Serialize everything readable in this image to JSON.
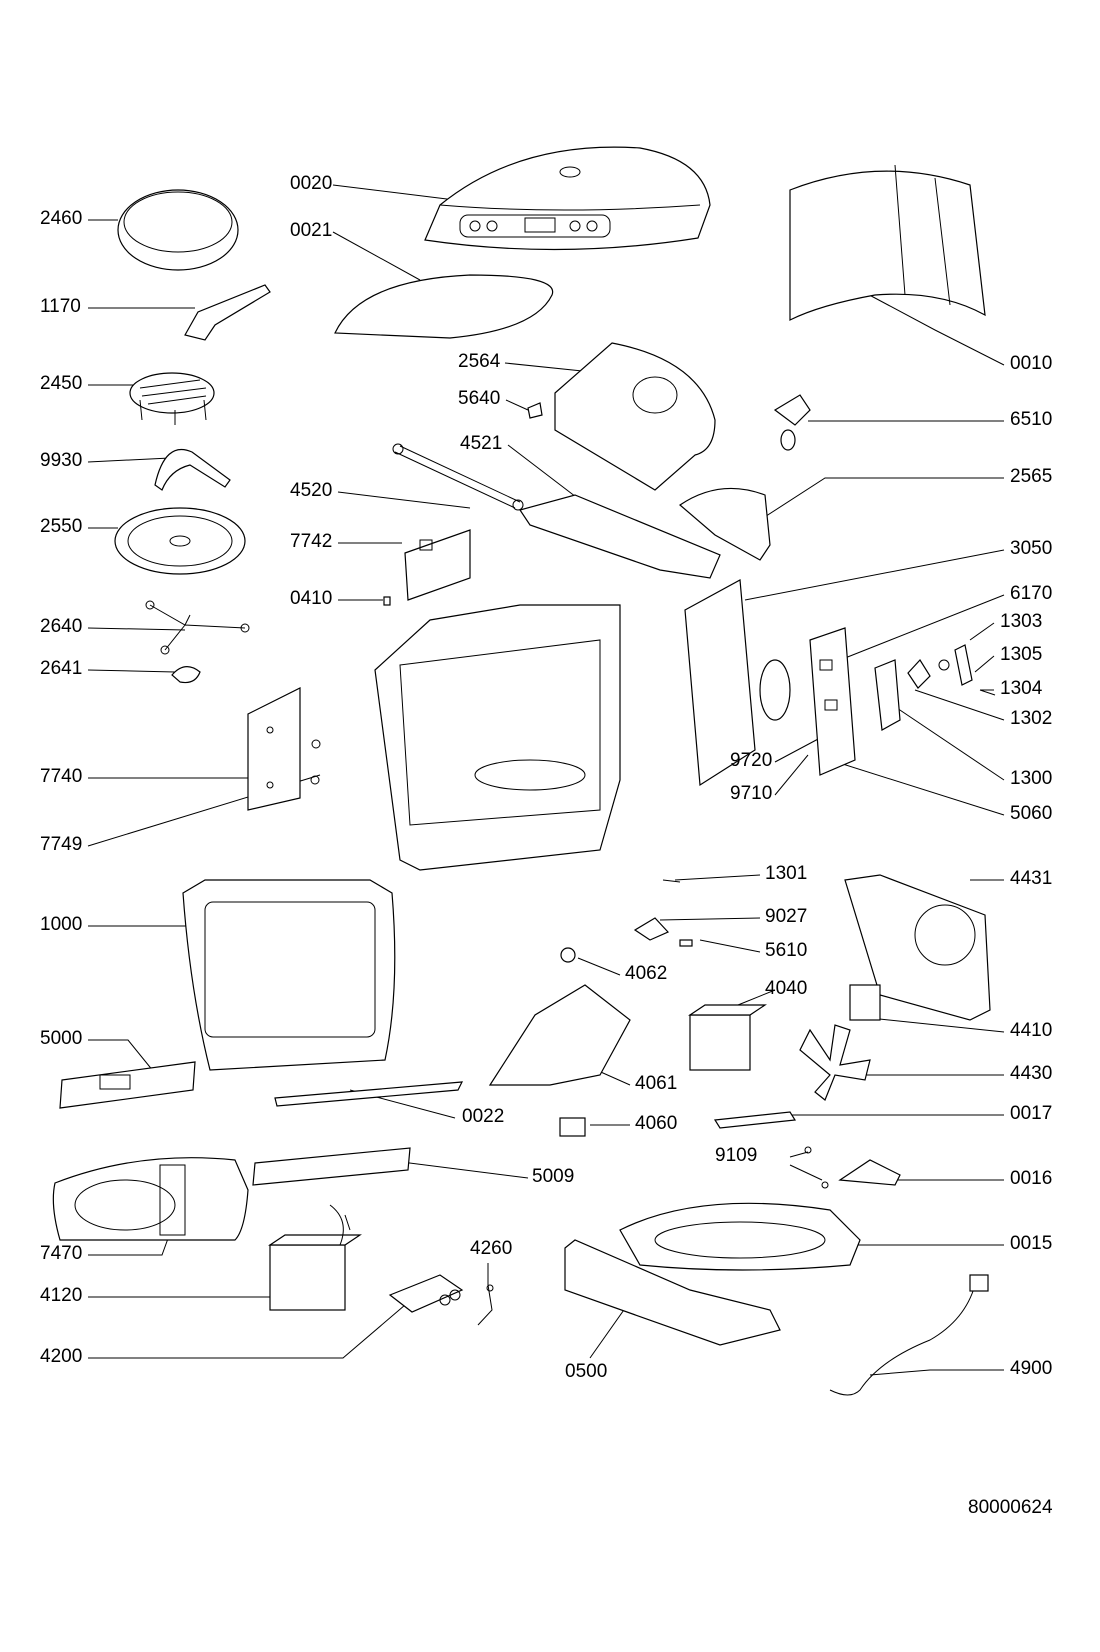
{
  "labels": {
    "l0020": "0020",
    "l0021": "0021",
    "l2460": "2460",
    "l1170": "1170",
    "l2450": "2450",
    "l9930": "9930",
    "l2550": "2550",
    "l2640": "2640",
    "l2641": "2641",
    "l7740": "7740",
    "l7749": "7749",
    "l1000": "1000",
    "l5000": "5000",
    "l7470": "7470",
    "l4120": "4120",
    "l4200": "4200",
    "l2564": "2564",
    "l5640": "5640",
    "l4521": "4521",
    "l4520": "4520",
    "l7742": "7742",
    "l0410": "0410",
    "l0010": "0010",
    "l6510": "6510",
    "l2565": "2565",
    "l3050": "3050",
    "l6170": "6170",
    "l1303": "1303",
    "l1305": "1305",
    "l1304": "1304",
    "l1302": "1302",
    "l1300": "1300",
    "l9720": "9720",
    "l9710": "9710",
    "l5060": "5060",
    "l1301": "1301",
    "l9027": "9027",
    "l5610": "5610",
    "l4431": "4431",
    "l4062": "4062",
    "l4040": "4040",
    "l4410": "4410",
    "l4430": "4430",
    "l4061": "4061",
    "l4060": "4060",
    "l0022": "0022",
    "l5009": "5009",
    "l0017": "0017",
    "l9109": "9109",
    "l0016": "0016",
    "l0015": "0015",
    "l4260": "4260",
    "l0500": "0500",
    "l4900": "4900"
  },
  "document_number": "80000624"
}
